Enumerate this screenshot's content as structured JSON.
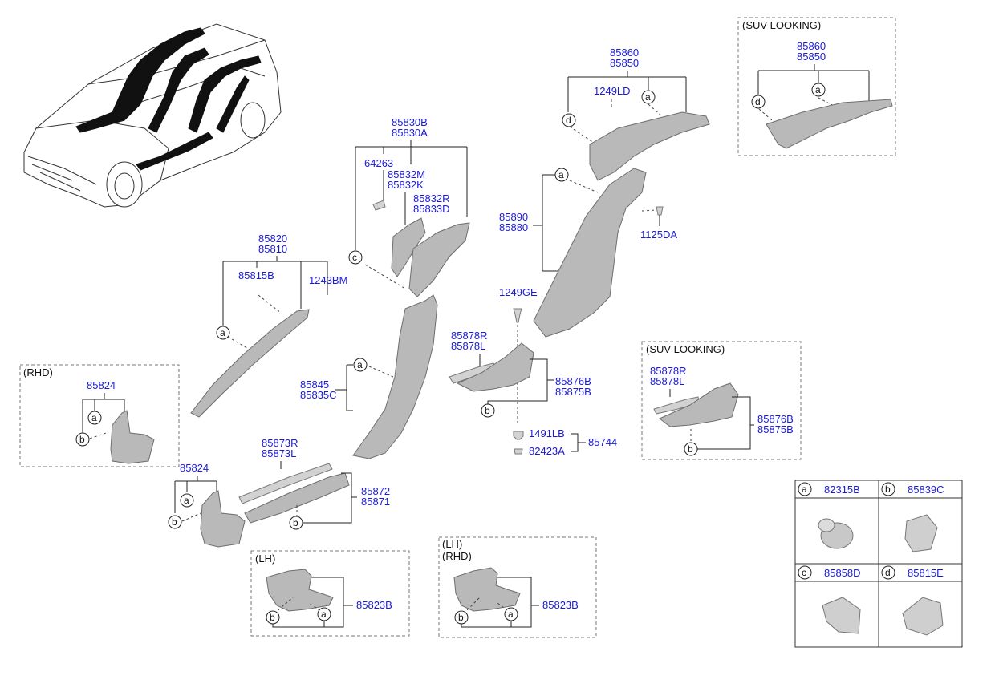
{
  "diagram": {
    "suv_looking_label": "(SUV LOOKING)",
    "rhd_label": "(RHD)",
    "lh_label": "(LH)",
    "lh_rhd_label_1": "(LH)",
    "lh_rhd_label_2": "(RHD)",
    "parts": {
      "p85860": "85860",
      "p85850": "85850",
      "p1249LD": "1249LD",
      "suv_85860": "85860",
      "suv_85850": "85850",
      "p85830B": "85830B",
      "p85830A": "85830A",
      "p64263": "64263",
      "p85832M": "85832M",
      "p85832K": "85832K",
      "p85832R": "85832R",
      "p85833D": "85833D",
      "p85890": "85890",
      "p85880": "85880",
      "p1125DA": "1125DA",
      "p85820": "85820",
      "p85810": "85810",
      "p85815B": "85815B",
      "p1243BM": "1243BM",
      "p1249GE": "1249GE",
      "p85878R": "85878R",
      "p85878L": "85878L",
      "p85876B": "85876B",
      "p85875B": "85875B",
      "p85845": "85845",
      "p85835C": "85835C",
      "suv_85878R": "85878R",
      "suv_85878L": "85878L",
      "suv_85876B": "85876B",
      "suv_85875B": "85875B",
      "rhd_85824": "85824",
      "p85824": "85824",
      "p85873R": "85873R",
      "p85873L": "85873L",
      "p85872": "85872",
      "p85871": "85871",
      "p1491LB": "1491LB",
      "p82423A": "82423A",
      "p85744": "85744",
      "lh_85823B": "85823B",
      "lhrhd_85823B": "85823B"
    },
    "callouts": {
      "a": "a",
      "b": "b",
      "c": "c",
      "d": "d"
    },
    "legend": [
      {
        "letter": "a",
        "part": "82315B"
      },
      {
        "letter": "b",
        "part": "85839C"
      },
      {
        "letter": "c",
        "part": "85858D"
      },
      {
        "letter": "d",
        "part": "85815E"
      }
    ]
  }
}
